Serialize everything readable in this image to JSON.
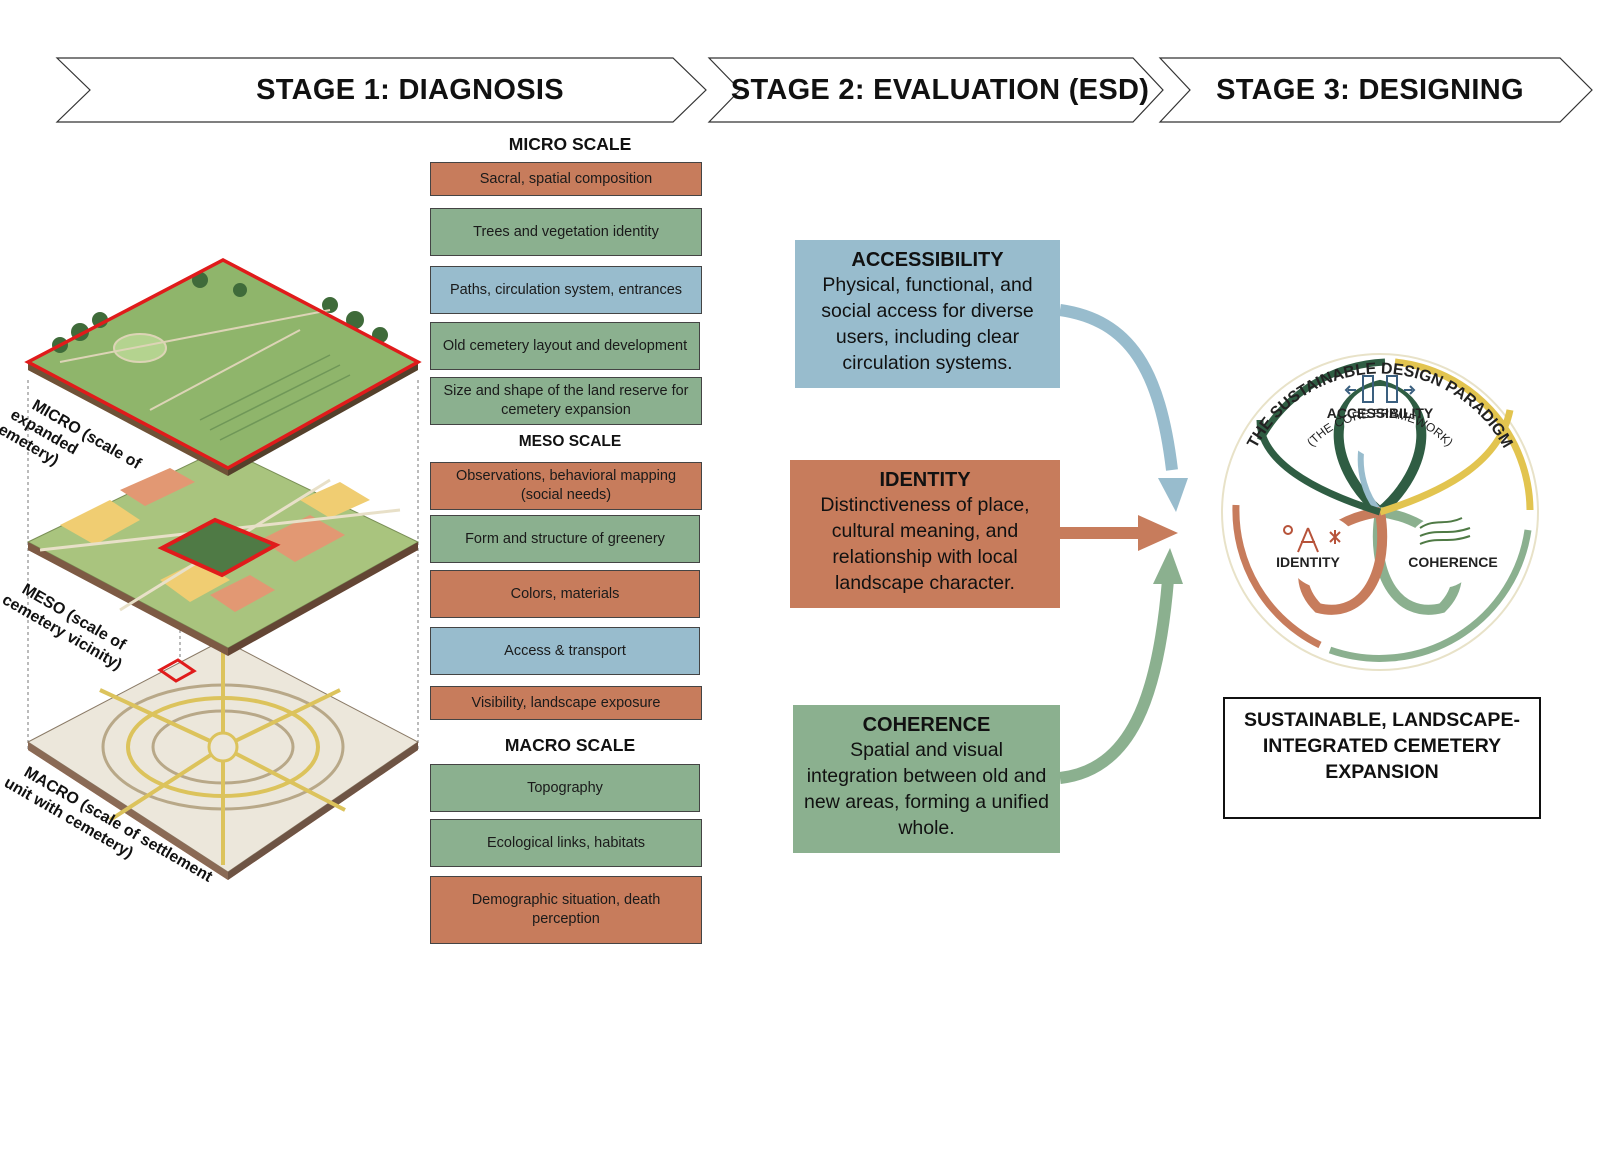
{
  "stages": {
    "stage1": "STAGE 1: DIAGNOSIS",
    "stage2": "STAGE 2: EVALUATION (ESD)",
    "stage3": "STAGE 3: DESIGNING"
  },
  "layers": {
    "micro": [
      "MICRO (scale of",
      "expanded",
      "cemetery)"
    ],
    "meso": [
      "MESO (scale of",
      "cemetery vicinity)"
    ],
    "macro": [
      "MACRO (scale of settlement",
      "unit with cemetery)"
    ]
  },
  "diagnosis": {
    "micro_title": "MICRO SCALE",
    "micro_factors": [
      {
        "label": "Sacral, spatial composition",
        "color": "#c77c5c"
      },
      {
        "label": "Trees and vegetation identity",
        "color": "#8bb08f"
      },
      {
        "label": "Paths, circulation system, entrances",
        "color": "#98bccd"
      },
      {
        "label": "Old cemetery layout and development",
        "color": "#8bb08f"
      },
      {
        "label": "Size and shape of the land reserve for cemetery expansion",
        "color": "#8bb08f"
      }
    ],
    "meso_title": "MESO SCALE",
    "meso_factors": [
      {
        "label": "Observations, behavioral mapping (social needs)",
        "color": "#c77c5c"
      },
      {
        "label": "Form and structure of greenery",
        "color": "#8bb08f"
      },
      {
        "label": "Colors, materials",
        "color": "#c77c5c"
      },
      {
        "label": "Access & transport",
        "color": "#98bccd"
      },
      {
        "label": "Visibility, landscape exposure",
        "color": "#c77c5c"
      }
    ],
    "macro_title": "MACRO SCALE",
    "macro_factors": [
      {
        "label": "Topography",
        "color": "#8bb08f"
      },
      {
        "label": "Ecological links, habitats",
        "color": "#8bb08f"
      },
      {
        "label": "Demographic situation, death perception",
        "color": "#c77c5c"
      }
    ]
  },
  "evaluation": {
    "accessibility": {
      "title": "ACCESSIBILITY",
      "text": "Physical, functional, and social access for diverse users, including clear circulation systems.",
      "color": "#98bccd"
    },
    "identity": {
      "title": "IDENTITY",
      "text": "Distinctiveness of place, cultural meaning, and relationship with local landscape character.",
      "color": "#c77c5c"
    },
    "coherence": {
      "title": "COHERENCE",
      "text": "Spatial and visual integration between old and new areas, forming a unified whole.",
      "color": "#8bb08f"
    }
  },
  "paradigm": {
    "title": "THE SUSTAINABLE DESIGN PARADIGM",
    "subtitle": "(THE CORE FRAMEWORK)",
    "labels": [
      "ACCESSIBILITY",
      "IDENTITY",
      "COHERENCE"
    ],
    "icons": [
      "accessibility-doors-icon",
      "eiffel-tower-pin-icon",
      "landscape-hills-icon"
    ]
  },
  "result": "SUSTAINABLE, LANDSCAPE-INTEGRATED CEMETERY EXPANSION"
}
